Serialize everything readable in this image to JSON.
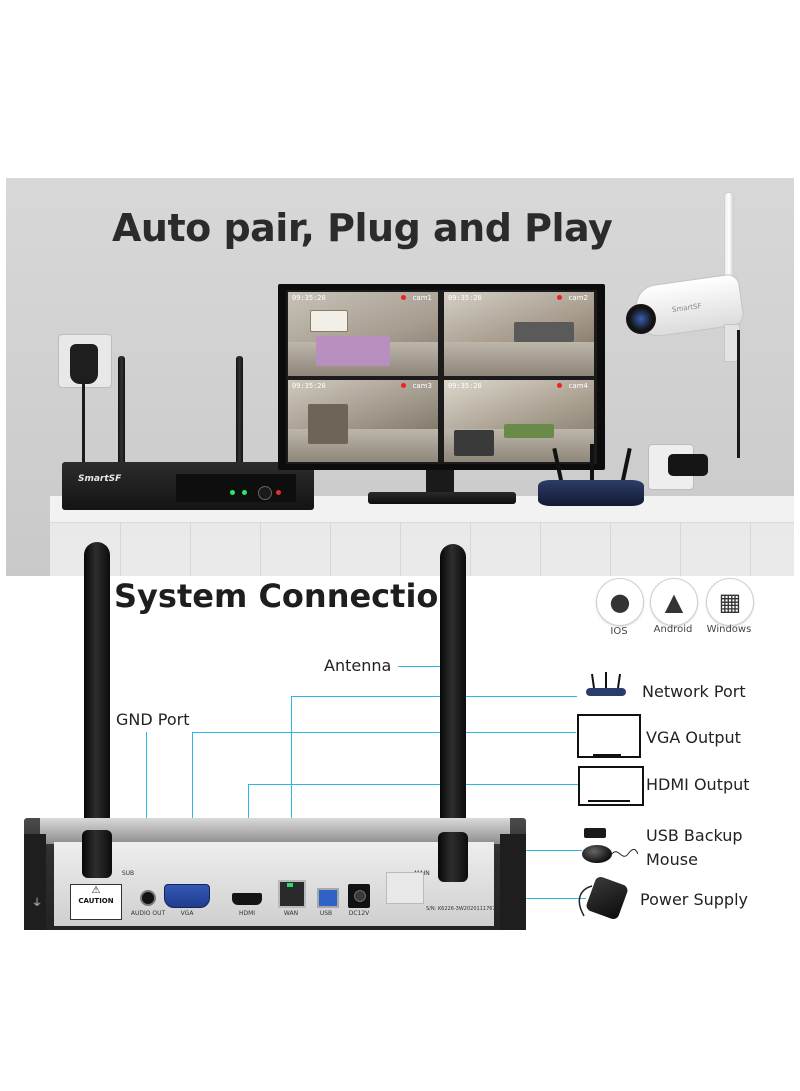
{
  "top": {
    "headline": "Auto pair, Plug and Play",
    "nvr_brand": "SmartSF",
    "camera_brand": "SmartSF",
    "cameras": [
      {
        "time": "09:35:20",
        "name": "cam1"
      },
      {
        "time": "09:35:20",
        "name": "cam2"
      },
      {
        "time": "09:35:20",
        "name": "cam3"
      },
      {
        "time": "09:35:20",
        "name": "cam4"
      }
    ]
  },
  "bottom": {
    "headline": "System Connection",
    "os": [
      {
        "label": "IOS",
        "icon": "apple-icon"
      },
      {
        "label": "Android",
        "icon": "android-icon"
      },
      {
        "label": "Windows",
        "icon": "windows-icon"
      }
    ],
    "callouts": {
      "antenna": "Antenna",
      "gnd": "GND Port",
      "network": "Network Port",
      "vga": "VGA Output",
      "hdmi": "HDMI Output",
      "usb_line1": "USB Backup",
      "usb_line2": "Mouse",
      "power": "Power Supply"
    },
    "panel": {
      "caution": "CAUTION",
      "sub": "SUB",
      "main": "MAIN",
      "audio_out": "AUDIO OUT",
      "vga": "VGA",
      "hdmi": "HDMI",
      "wan": "WAN",
      "usb": "USB",
      "dc": "DC12V",
      "serial": "S/N: K6226-3W2020111767"
    }
  },
  "colors": {
    "callout_line": "#2db7e8",
    "headline": "#2b2b2b"
  }
}
